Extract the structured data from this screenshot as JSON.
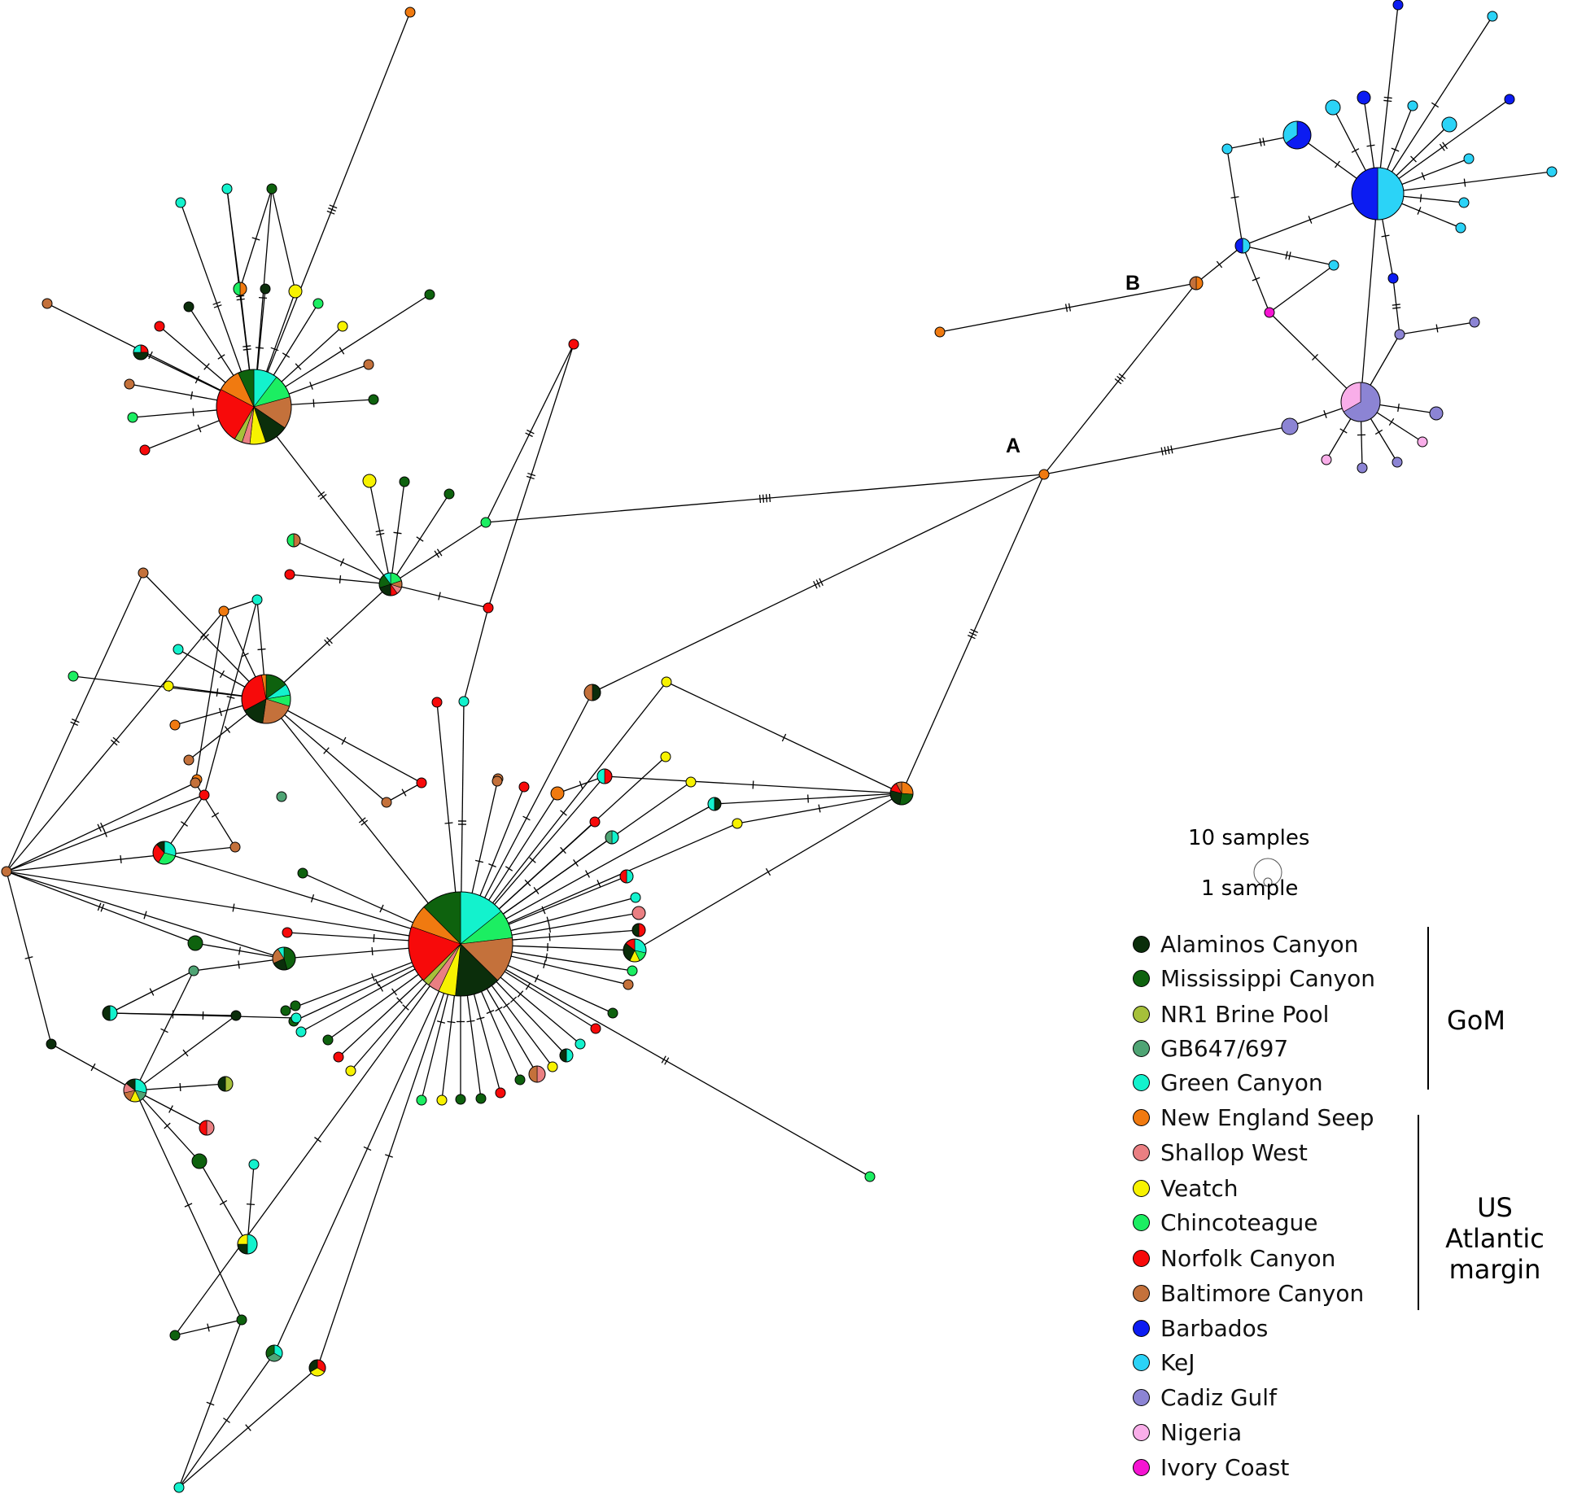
{
  "node_labels": [
    {
      "id": "A",
      "text": "A"
    },
    {
      "id": "B",
      "text": "B"
    }
  ],
  "scale": {
    "large_label": "10 samples",
    "small_label": "1 sample"
  },
  "legend": {
    "items": [
      {
        "id": "ac",
        "label": "Alaminos Canyon",
        "color": "#0b2e0b"
      },
      {
        "id": "mc",
        "label": "Mississippi Canyon",
        "color": "#0e620e"
      },
      {
        "id": "nr1",
        "label": "NR1 Brine Pool",
        "color": "#a6c03a"
      },
      {
        "id": "gb",
        "label": "GB647/697",
        "color": "#4fa474"
      },
      {
        "id": "gc",
        "label": "Green Canyon",
        "color": "#13f2cd"
      },
      {
        "id": "ne",
        "label": "New England Seep",
        "color": "#f07a10"
      },
      {
        "id": "sw",
        "label": "Shallop West",
        "color": "#ea7f82"
      },
      {
        "id": "ve",
        "label": "Veatch",
        "color": "#f7f200"
      },
      {
        "id": "ch",
        "label": "Chincoteague",
        "color": "#1cee62"
      },
      {
        "id": "nc",
        "label": "Norfolk Canyon",
        "color": "#f70a0a"
      },
      {
        "id": "bc",
        "label": "Baltimore Canyon",
        "color": "#c4713b"
      },
      {
        "id": "ba",
        "label": "Barbados",
        "color": "#0c1cf2"
      },
      {
        "id": "kj",
        "label": "KeJ",
        "color": "#2bd3f7"
      },
      {
        "id": "cg",
        "label": "Cadiz Gulf",
        "color": "#8c84d4"
      },
      {
        "id": "ni",
        "label": "Nigeria",
        "color": "#f9aee9"
      },
      {
        "id": "ic",
        "label": "Ivory Coast",
        "color": "#f514d2"
      }
    ],
    "groups": [
      {
        "id": "gom",
        "label": "GoM"
      },
      {
        "id": "usam",
        "label": "US Atlantic margin"
      }
    ]
  }
}
